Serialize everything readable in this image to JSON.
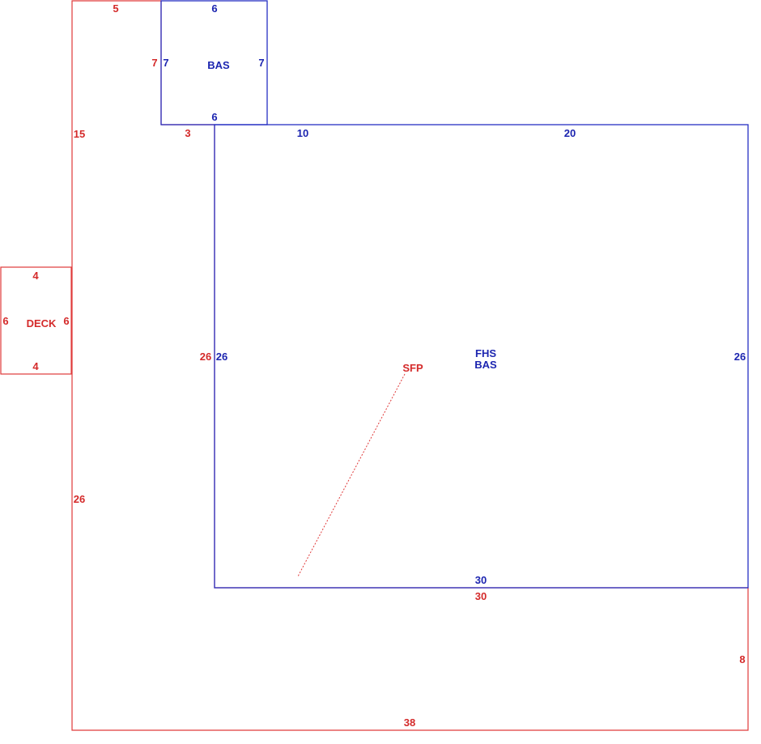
{
  "colors": {
    "red": "#d42a2a",
    "blue": "#1c25b0"
  },
  "dimensions": {
    "outer_top": "5",
    "outer_left_upper": "15",
    "notch_right": "3",
    "outer_left_lower": "26",
    "outer_bottom": "38",
    "outer_right_lower": "8",
    "red_main_left": "26",
    "red_main_bottom": "30",
    "bas_small_red_left": "7",
    "bas_small_top": "6",
    "bas_small_bottom": "6",
    "bas_small_left": "7",
    "bas_small_right": "7",
    "main_top_left": "10",
    "main_top_right": "20",
    "main_left": "26",
    "main_right": "26",
    "main_bottom": "30",
    "deck_top": "4",
    "deck_bottom": "4",
    "deck_left": "6",
    "deck_right": "6"
  },
  "labels": {
    "bas_small": "BAS",
    "main_line1": "FHS",
    "main_line2": "BAS",
    "deck": "DECK",
    "sfp": "SFP"
  }
}
